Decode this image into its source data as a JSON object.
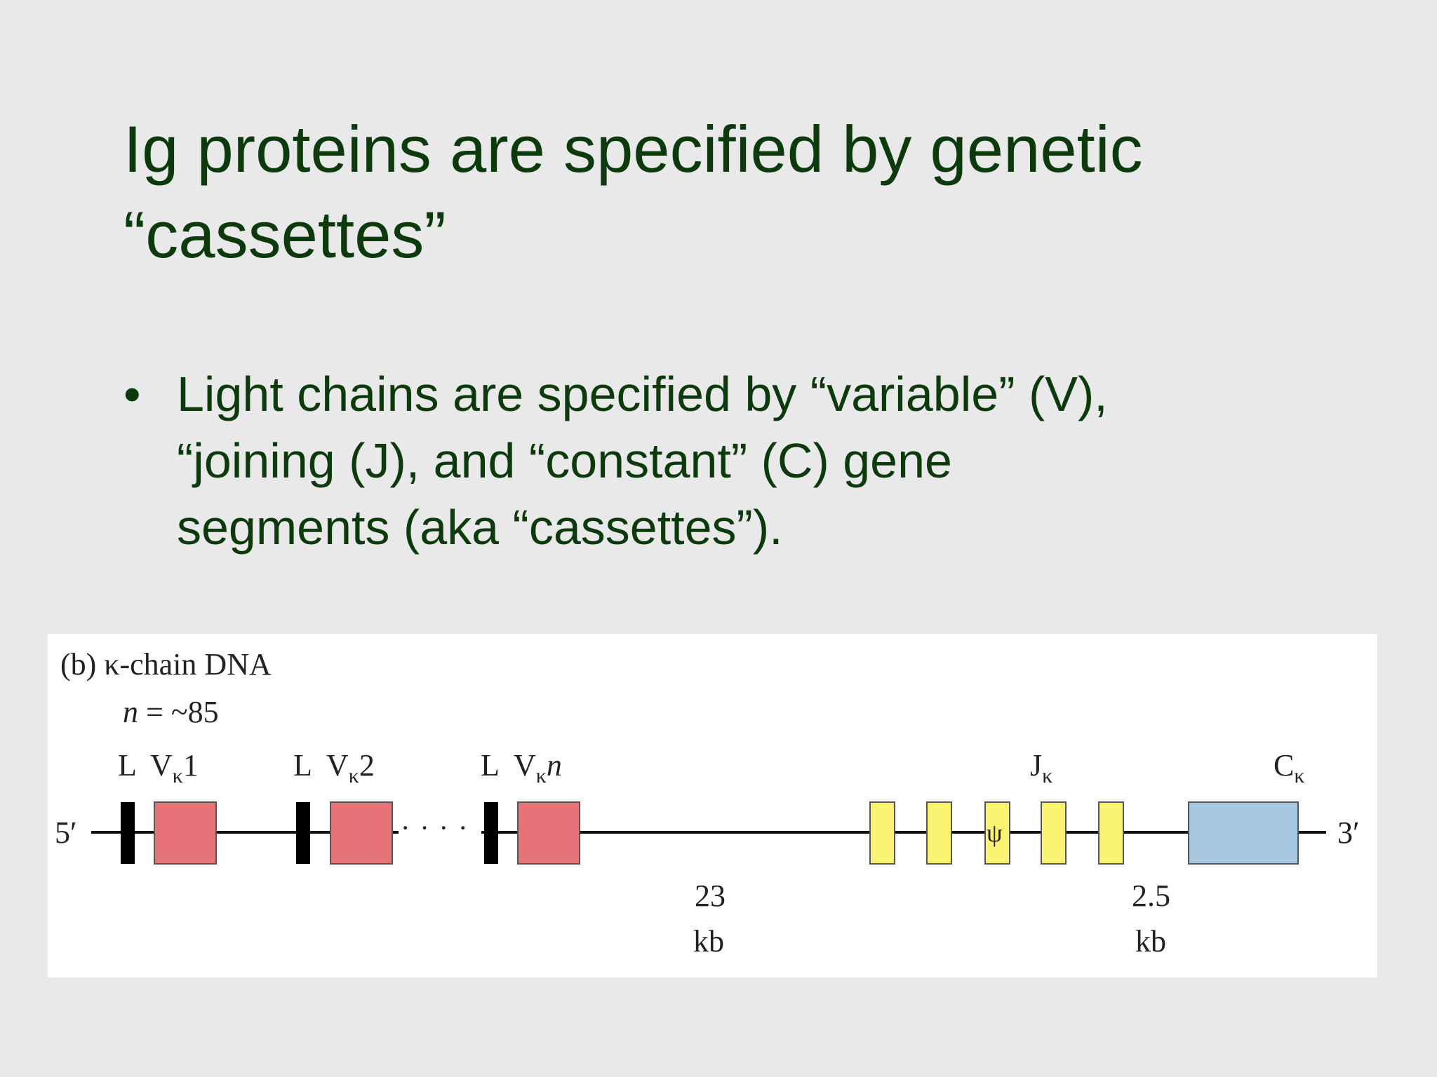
{
  "slide": {
    "title_lines": [
      "Ig proteins are specified by genetic",
      "“cassettes”"
    ],
    "bullets": [
      {
        "marker": "•",
        "lines": [
          "Light chains are specified by “variable” (V),",
          "“joining (J), and “constant”  (C) gene",
          "segments (aka “cassettes”)."
        ]
      }
    ]
  },
  "diagram": {
    "panel_label": "(b) κ-chain DNA",
    "n_label_var": "n",
    "n_label_rest": " = ~85",
    "end_5": "5′",
    "end_3": "3′",
    "ellipsis": "· · · ·",
    "v_segments": [
      {
        "leader": "L",
        "gene": "V",
        "sub": "κ",
        "suffix": "1",
        "suffix_italic": false
      },
      {
        "leader": "L",
        "gene": "V",
        "sub": "κ",
        "suffix": "2",
        "suffix_italic": false
      },
      {
        "leader": "L",
        "gene": "V",
        "sub": "κ",
        "suffix": "n",
        "suffix_italic": true
      }
    ],
    "j_label": {
      "gene": "J",
      "sub": "κ"
    },
    "j_pseudogene_symbol": "ψ",
    "j_segment_count": 5,
    "c_label": {
      "gene": "C",
      "sub": "κ"
    },
    "distances": [
      {
        "value": "23",
        "unit": "kb"
      },
      {
        "value": "2.5",
        "unit": "kb"
      }
    ],
    "colors": {
      "leader": "#000000",
      "v_segment": "#e57377",
      "j_segment": "#fbf472",
      "c_segment": "#a8c8e2",
      "line": "#111111"
    }
  }
}
